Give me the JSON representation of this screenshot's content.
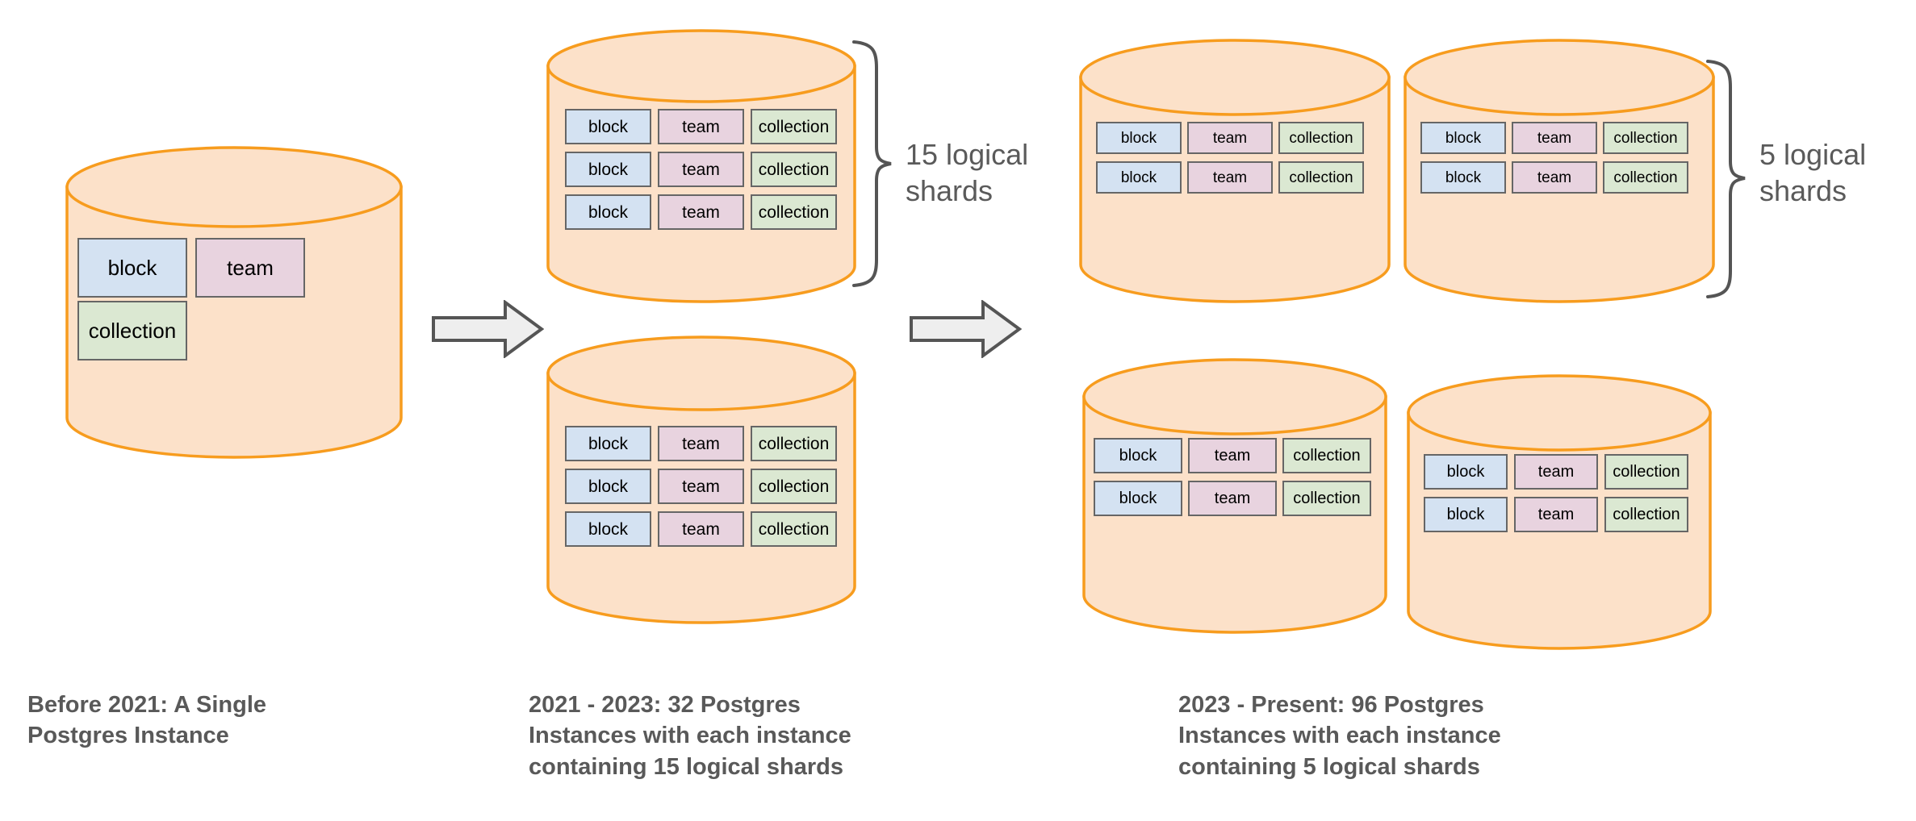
{
  "diagram": {
    "title_colors": {
      "cylinder_fill": "#fce1c9",
      "cylinder_stroke": "#f79c1e",
      "block_fill": "#d4e2f2",
      "team_fill": "#e8d3df",
      "collection_fill": "#dbe8d2",
      "shard_stroke": "#666666",
      "arrow_fill": "#eeeeee",
      "arrow_stroke": "#555555",
      "text_gray": "#595959"
    },
    "shard_labels": {
      "block": "block",
      "team": "team",
      "collection": "collection"
    },
    "panels": [
      {
        "id": "panel-before-2021",
        "caption": "Before 2021: A Single\nPostgres Instance",
        "cylinders": [
          {
            "id": "single-instance",
            "rows": [
              [
                "block",
                "team"
              ],
              [
                "collection"
              ]
            ]
          }
        ]
      },
      {
        "id": "panel-2021-2023",
        "caption": "2021 - 2023: 32 Postgres\nInstances with each instance\ncontaining 15 logical shards",
        "brace_label": "15 logical\nshards",
        "cylinders": [
          {
            "id": "instance-a",
            "rows": [
              [
                "block",
                "team",
                "collection"
              ],
              [
                "block",
                "team",
                "collection"
              ],
              [
                "block",
                "team",
                "collection"
              ]
            ]
          },
          {
            "id": "instance-b",
            "rows": [
              [
                "block",
                "team",
                "collection"
              ],
              [
                "block",
                "team",
                "collection"
              ],
              [
                "block",
                "team",
                "collection"
              ]
            ]
          }
        ]
      },
      {
        "id": "panel-2023-present",
        "caption": "2023 - Present: 96 Postgres\nInstances with each instance\ncontaining 5 logical shards",
        "brace_label": "5 logical\nshards",
        "cylinders": [
          {
            "id": "instance-1",
            "rows": [
              [
                "block",
                "team",
                "collection"
              ],
              [
                "block",
                "team",
                "collection"
              ]
            ]
          },
          {
            "id": "instance-2",
            "rows": [
              [
                "block",
                "team",
                "collection"
              ],
              [
                "block",
                "team",
                "collection"
              ]
            ]
          },
          {
            "id": "instance-3",
            "rows": [
              [
                "block",
                "team",
                "collection"
              ],
              [
                "block",
                "team",
                "collection"
              ]
            ]
          },
          {
            "id": "instance-4",
            "rows": [
              [
                "block",
                "team",
                "collection"
              ],
              [
                "block",
                "team",
                "collection"
              ]
            ]
          }
        ]
      }
    ],
    "arrows": [
      {
        "id": "arrow-1"
      },
      {
        "id": "arrow-2"
      }
    ]
  }
}
